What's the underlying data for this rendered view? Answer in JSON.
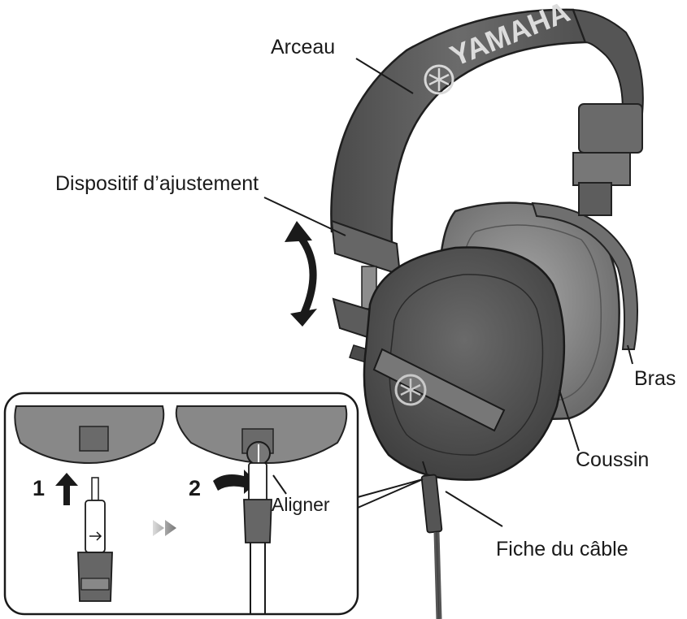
{
  "labels": {
    "headband": "Arceau",
    "adjuster": "Dispositif d’ajustement",
    "arm": "Bras",
    "cushion": "Coussin",
    "cable_plug": "Fiche du câble",
    "align": "Aligner"
  },
  "brand": {
    "logo_text": "YAMAHA"
  },
  "inset": {
    "step1": "1",
    "step2": "2"
  },
  "colors": {
    "ink": "#1a1a1a",
    "body": "#5a5a5a",
    "pad": "#8c8c8c",
    "light": "#b8b8b8"
  }
}
